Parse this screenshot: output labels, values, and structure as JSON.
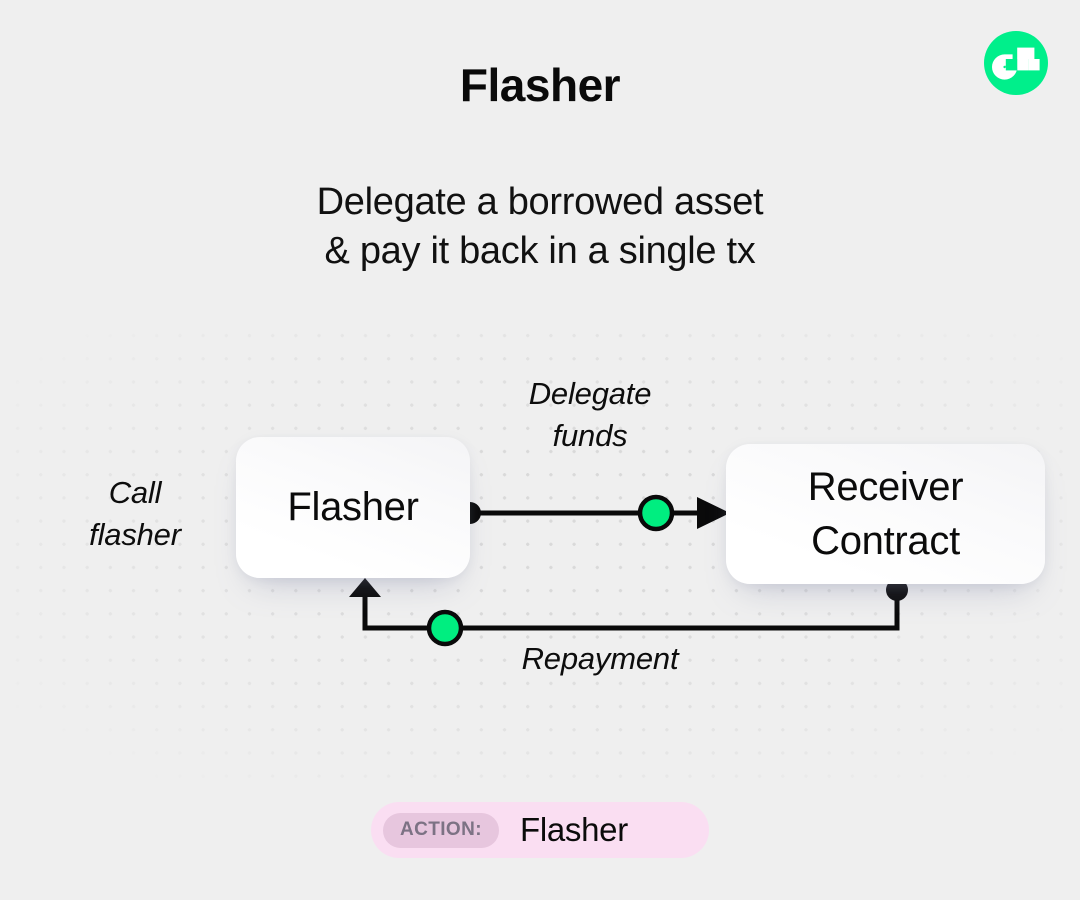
{
  "brand": {
    "logo_icon": "flow-logo-icon",
    "logo_color": "#00ef8b"
  },
  "header": {
    "title": "Flasher",
    "subtitle_line1": "Delegate a borrowed asset",
    "subtitle_line2": "& pay it back in a single tx"
  },
  "diagram": {
    "nodes": [
      {
        "id": "flasher",
        "label": "Flasher"
      },
      {
        "id": "receiver",
        "label_line1": "Receiver",
        "label_line2": "Contract"
      }
    ],
    "labels": {
      "call": "Call\nflasher",
      "call_line1": "Call",
      "call_line2": "flasher",
      "delegate_line1": "Delegate",
      "delegate_line2": "funds",
      "repayment": "Repayment"
    },
    "colors": {
      "accent_green": "#00ee80",
      "stroke": "#0a0a0a",
      "background": "#efefef",
      "dot_grid": "#d9d9d9"
    }
  },
  "footer": {
    "action_tag": "ACTION:",
    "action_value": "Flasher",
    "chip_color": "#fadef2",
    "tag_color": "#e7c6de"
  }
}
